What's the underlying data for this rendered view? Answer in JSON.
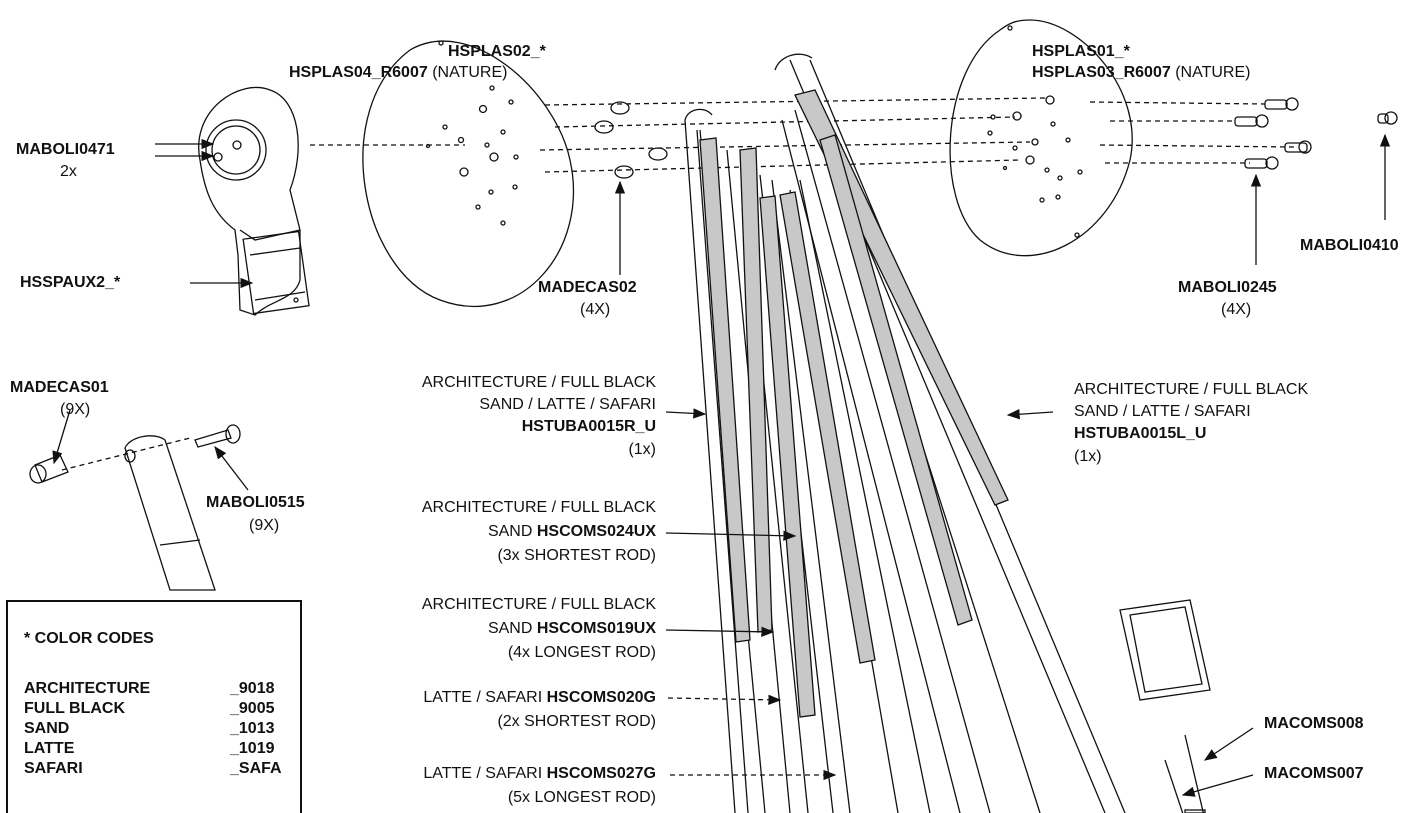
{
  "labels": {
    "maboli0471": "MABOLI0471",
    "maboli0471_qty": "2x",
    "hsspaux2": "HSSPAUX2_*",
    "madecas01": "MADECAS01",
    "madecas01_qty": "(9X)",
    "maboli0515": "MABOLI0515",
    "maboli0515_qty": "(9X)",
    "hsplas02": "HSPLAS02_*",
    "hsplas04": "HSPLAS04_R6007",
    "hsplas04_suffix": " (NATURE)",
    "madecas02": "MADECAS02",
    "madecas02_qty": "(4X)",
    "hsplas01": "HSPLAS01_*",
    "hsplas03": "HSPLAS03_R6007",
    "hsplas03_suffix": " (NATURE)",
    "maboli0410": "MABOLI0410",
    "maboli0245": "MABOLI0245",
    "maboli0245_qty": "(4X)",
    "right_line1": "ARCHITECTURE / FULL BLACK",
    "right_line2": "SAND / LATTE / SAFARI",
    "right_code": "HSTUBA0015R_U",
    "right_qty": "(1x)",
    "left_line1": "ARCHITECTURE / FULL BLACK",
    "left_line2": "SAND / LATTE / SAFARI",
    "left_code": "HSTUBA0015L_U",
    "left_qty": "(1x)",
    "coms024_line1": "ARCHITECTURE / FULL BLACK",
    "coms024_prefix": "SAND ",
    "coms024_code": "HSCOMS024UX",
    "coms024_qty": "(3x SHORTEST ROD)",
    "coms019_line1": "ARCHITECTURE / FULL BLACK",
    "coms019_prefix": "SAND ",
    "coms019_code": "HSCOMS019UX",
    "coms019_qty": "(4x LONGEST ROD)",
    "coms020_prefix": "LATTE / SAFARI ",
    "coms020_code": "HSCOMS020G",
    "coms020_qty": "(2x SHORTEST ROD)",
    "coms027_prefix": "LATTE / SAFARI ",
    "coms027_code": "HSCOMS027G",
    "coms027_qty": "(5x LONGEST ROD)",
    "macoms008": "MACOMS008",
    "macoms007": "MACOMS007"
  },
  "color_codes": {
    "title": "* COLOR CODES",
    "rows": [
      {
        "name": "ARCHITECTURE",
        "code": "_9018"
      },
      {
        "name": "FULL BLACK",
        "code": "_9005"
      },
      {
        "name": "SAND",
        "code": "_1013"
      },
      {
        "name": "LATTE",
        "code": "_1019"
      },
      {
        "name": "SAFARI",
        "code": "_SAFA"
      }
    ]
  },
  "colors": {
    "line": "#111111",
    "rod_fill": "#c8c8c8",
    "background": "#ffffff"
  }
}
